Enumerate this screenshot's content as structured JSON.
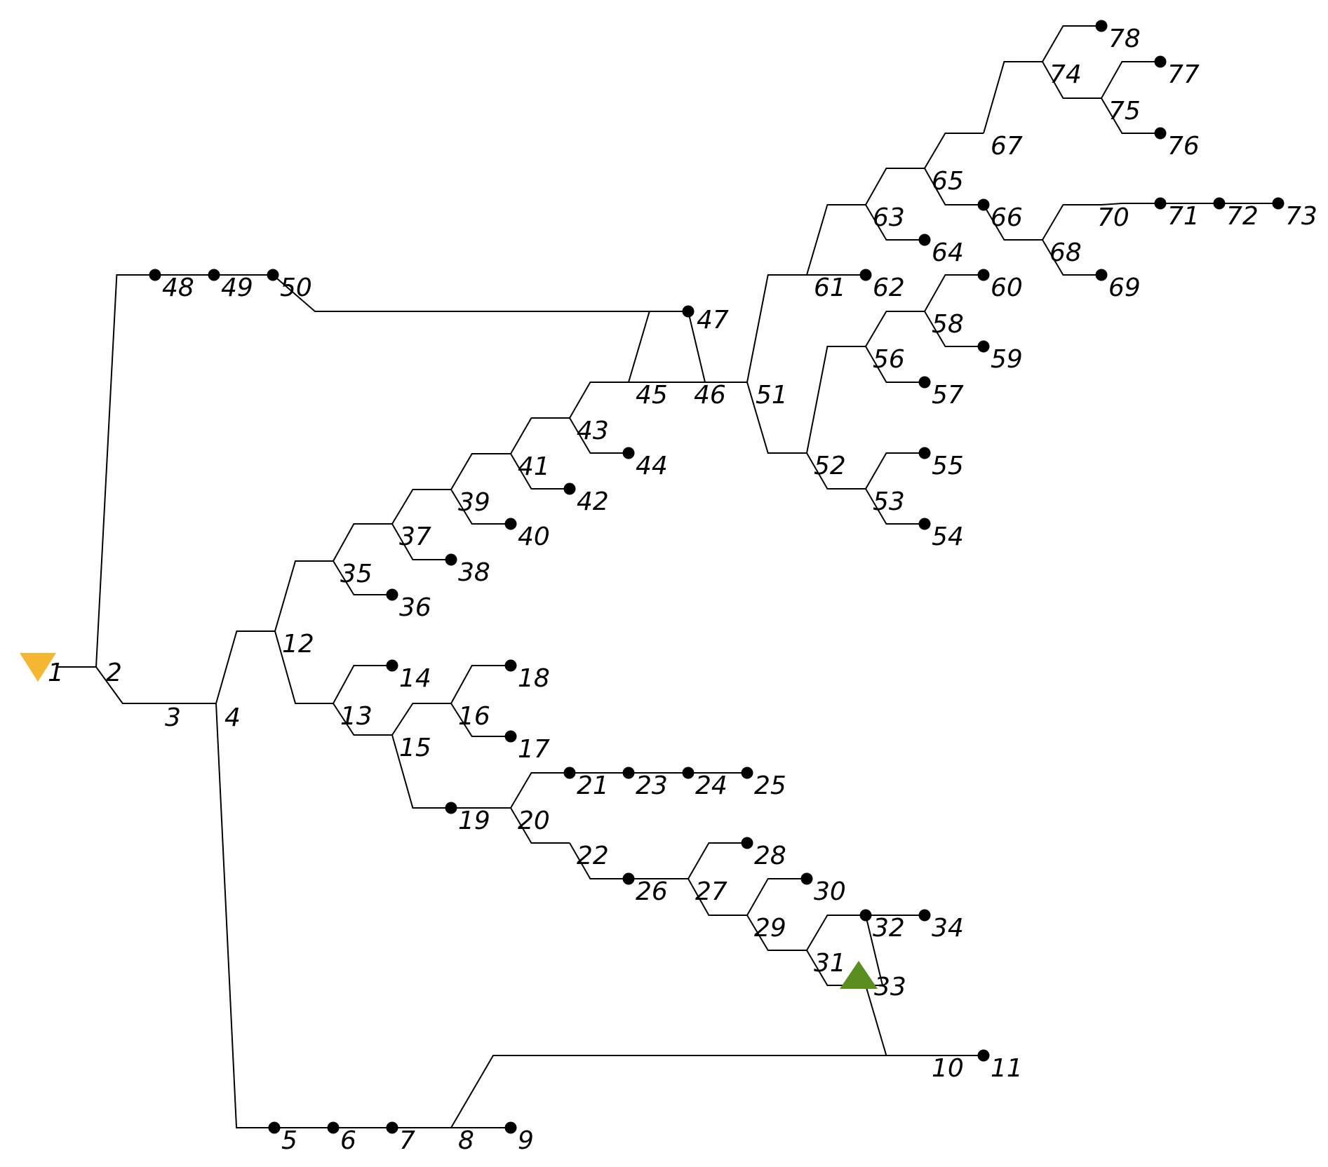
{
  "diagram": {
    "type": "tree-network",
    "colors": {
      "line": "#000000",
      "node": "#000000",
      "source_marker": "#F5B731",
      "target_marker": "#5A8F1F",
      "background": "#ffffff"
    },
    "markers": {
      "source": {
        "node": "1",
        "shape": "triangle-down",
        "icon": "down-triangle-icon"
      },
      "target": {
        "node": "33",
        "shape": "triangle-up",
        "icon": "up-triangle-icon"
      }
    },
    "nodes": [
      {
        "id": "1",
        "label": "1",
        "dot": false
      },
      {
        "id": "2",
        "label": "2",
        "dot": false
      },
      {
        "id": "3",
        "label": "3",
        "dot": false
      },
      {
        "id": "4",
        "label": "4",
        "dot": false
      },
      {
        "id": "5",
        "label": "5",
        "dot": true
      },
      {
        "id": "6",
        "label": "6",
        "dot": true
      },
      {
        "id": "7",
        "label": "7",
        "dot": true
      },
      {
        "id": "8",
        "label": "8",
        "dot": false
      },
      {
        "id": "9",
        "label": "9",
        "dot": true
      },
      {
        "id": "10",
        "label": "10",
        "dot": false
      },
      {
        "id": "11",
        "label": "11",
        "dot": true
      },
      {
        "id": "12",
        "label": "12",
        "dot": false
      },
      {
        "id": "13",
        "label": "13",
        "dot": false
      },
      {
        "id": "14",
        "label": "14",
        "dot": true
      },
      {
        "id": "15",
        "label": "15",
        "dot": false
      },
      {
        "id": "16",
        "label": "16",
        "dot": false
      },
      {
        "id": "17",
        "label": "17",
        "dot": true
      },
      {
        "id": "18",
        "label": "18",
        "dot": true
      },
      {
        "id": "19",
        "label": "19",
        "dot": true
      },
      {
        "id": "20",
        "label": "20",
        "dot": false
      },
      {
        "id": "21",
        "label": "21",
        "dot": true
      },
      {
        "id": "22",
        "label": "22",
        "dot": false
      },
      {
        "id": "23",
        "label": "23",
        "dot": true
      },
      {
        "id": "24",
        "label": "24",
        "dot": true
      },
      {
        "id": "25",
        "label": "25",
        "dot": true
      },
      {
        "id": "26",
        "label": "26",
        "dot": true
      },
      {
        "id": "27",
        "label": "27",
        "dot": false
      },
      {
        "id": "28",
        "label": "28",
        "dot": true
      },
      {
        "id": "29",
        "label": "29",
        "dot": false
      },
      {
        "id": "30",
        "label": "30",
        "dot": true
      },
      {
        "id": "31",
        "label": "31",
        "dot": false
      },
      {
        "id": "32",
        "label": "32",
        "dot": true
      },
      {
        "id": "33",
        "label": "33",
        "dot": false
      },
      {
        "id": "34",
        "label": "34",
        "dot": true
      },
      {
        "id": "35",
        "label": "35",
        "dot": false
      },
      {
        "id": "36",
        "label": "36",
        "dot": true
      },
      {
        "id": "37",
        "label": "37",
        "dot": false
      },
      {
        "id": "38",
        "label": "38",
        "dot": true
      },
      {
        "id": "39",
        "label": "39",
        "dot": false
      },
      {
        "id": "40",
        "label": "40",
        "dot": true
      },
      {
        "id": "41",
        "label": "41",
        "dot": false
      },
      {
        "id": "42",
        "label": "42",
        "dot": true
      },
      {
        "id": "43",
        "label": "43",
        "dot": false
      },
      {
        "id": "44",
        "label": "44",
        "dot": true
      },
      {
        "id": "45",
        "label": "45",
        "dot": false
      },
      {
        "id": "46",
        "label": "46",
        "dot": false
      },
      {
        "id": "47",
        "label": "47",
        "dot": true
      },
      {
        "id": "48",
        "label": "48",
        "dot": true
      },
      {
        "id": "49",
        "label": "49",
        "dot": true
      },
      {
        "id": "50",
        "label": "50",
        "dot": true
      },
      {
        "id": "51",
        "label": "51",
        "dot": false
      },
      {
        "id": "52",
        "label": "52",
        "dot": false
      },
      {
        "id": "53",
        "label": "53",
        "dot": false
      },
      {
        "id": "54",
        "label": "54",
        "dot": true
      },
      {
        "id": "55",
        "label": "55",
        "dot": true
      },
      {
        "id": "56",
        "label": "56",
        "dot": false
      },
      {
        "id": "57",
        "label": "57",
        "dot": true
      },
      {
        "id": "58",
        "label": "58",
        "dot": false
      },
      {
        "id": "59",
        "label": "59",
        "dot": true
      },
      {
        "id": "60",
        "label": "60",
        "dot": true
      },
      {
        "id": "61",
        "label": "61",
        "dot": false
      },
      {
        "id": "62",
        "label": "62",
        "dot": true
      },
      {
        "id": "63",
        "label": "63",
        "dot": false
      },
      {
        "id": "64",
        "label": "64",
        "dot": true
      },
      {
        "id": "65",
        "label": "65",
        "dot": false
      },
      {
        "id": "66",
        "label": "66",
        "dot": true
      },
      {
        "id": "67",
        "label": "67",
        "dot": false
      },
      {
        "id": "68",
        "label": "68",
        "dot": false
      },
      {
        "id": "69",
        "label": "69",
        "dot": true
      },
      {
        "id": "70",
        "label": "70",
        "dot": false
      },
      {
        "id": "71",
        "label": "71",
        "dot": true
      },
      {
        "id": "72",
        "label": "72",
        "dot": true
      },
      {
        "id": "73",
        "label": "73",
        "dot": true
      },
      {
        "id": "74",
        "label": "74",
        "dot": false
      },
      {
        "id": "75",
        "label": "75",
        "dot": false
      },
      {
        "id": "76",
        "label": "76",
        "dot": true
      },
      {
        "id": "77",
        "label": "77",
        "dot": true
      },
      {
        "id": "78",
        "label": "78",
        "dot": true
      }
    ],
    "edges": [
      [
        "1",
        "2"
      ],
      [
        "2",
        "48"
      ],
      [
        "48",
        "49"
      ],
      [
        "49",
        "50"
      ],
      [
        "50",
        "47"
      ],
      [
        "2",
        "3"
      ],
      [
        "3",
        "4"
      ],
      [
        "4",
        "5"
      ],
      [
        "5",
        "6"
      ],
      [
        "6",
        "7"
      ],
      [
        "7",
        "8"
      ],
      [
        "8",
        "9"
      ],
      [
        "8",
        "10"
      ],
      [
        "10",
        "11"
      ],
      [
        "4",
        "12"
      ],
      [
        "12",
        "35"
      ],
      [
        "12",
        "13"
      ],
      [
        "13",
        "14"
      ],
      [
        "13",
        "15"
      ],
      [
        "15",
        "16"
      ],
      [
        "16",
        "18"
      ],
      [
        "16",
        "17"
      ],
      [
        "15",
        "19"
      ],
      [
        "19",
        "20"
      ],
      [
        "20",
        "21"
      ],
      [
        "21",
        "23"
      ],
      [
        "23",
        "24"
      ],
      [
        "24",
        "25"
      ],
      [
        "20",
        "22"
      ],
      [
        "22",
        "26"
      ],
      [
        "26",
        "27"
      ],
      [
        "27",
        "28"
      ],
      [
        "27",
        "29"
      ],
      [
        "29",
        "30"
      ],
      [
        "29",
        "31"
      ],
      [
        "31",
        "32"
      ],
      [
        "32",
        "34"
      ],
      [
        "31",
        "33"
      ],
      [
        "32",
        "33"
      ],
      [
        "33",
        "10"
      ],
      [
        "35",
        "36"
      ],
      [
        "35",
        "37"
      ],
      [
        "37",
        "38"
      ],
      [
        "37",
        "39"
      ],
      [
        "39",
        "40"
      ],
      [
        "39",
        "41"
      ],
      [
        "41",
        "42"
      ],
      [
        "41",
        "43"
      ],
      [
        "43",
        "44"
      ],
      [
        "43",
        "45"
      ],
      [
        "45",
        "47"
      ],
      [
        "45",
        "46"
      ],
      [
        "47",
        "46"
      ],
      [
        "46",
        "51"
      ],
      [
        "51",
        "61"
      ],
      [
        "51",
        "52"
      ],
      [
        "52",
        "53"
      ],
      [
        "53",
        "55"
      ],
      [
        "53",
        "54"
      ],
      [
        "52",
        "56"
      ],
      [
        "56",
        "57"
      ],
      [
        "56",
        "58"
      ],
      [
        "58",
        "60"
      ],
      [
        "58",
        "59"
      ],
      [
        "61",
        "62"
      ],
      [
        "61",
        "63"
      ],
      [
        "63",
        "64"
      ],
      [
        "63",
        "65"
      ],
      [
        "65",
        "66"
      ],
      [
        "65",
        "67"
      ],
      [
        "67",
        "74"
      ],
      [
        "74",
        "78"
      ],
      [
        "74",
        "75"
      ],
      [
        "75",
        "77"
      ],
      [
        "75",
        "76"
      ],
      [
        "66",
        "68"
      ],
      [
        "68",
        "69"
      ],
      [
        "68",
        "70"
      ],
      [
        "70",
        "71"
      ],
      [
        "71",
        "72"
      ],
      [
        "72",
        "73"
      ]
    ]
  }
}
